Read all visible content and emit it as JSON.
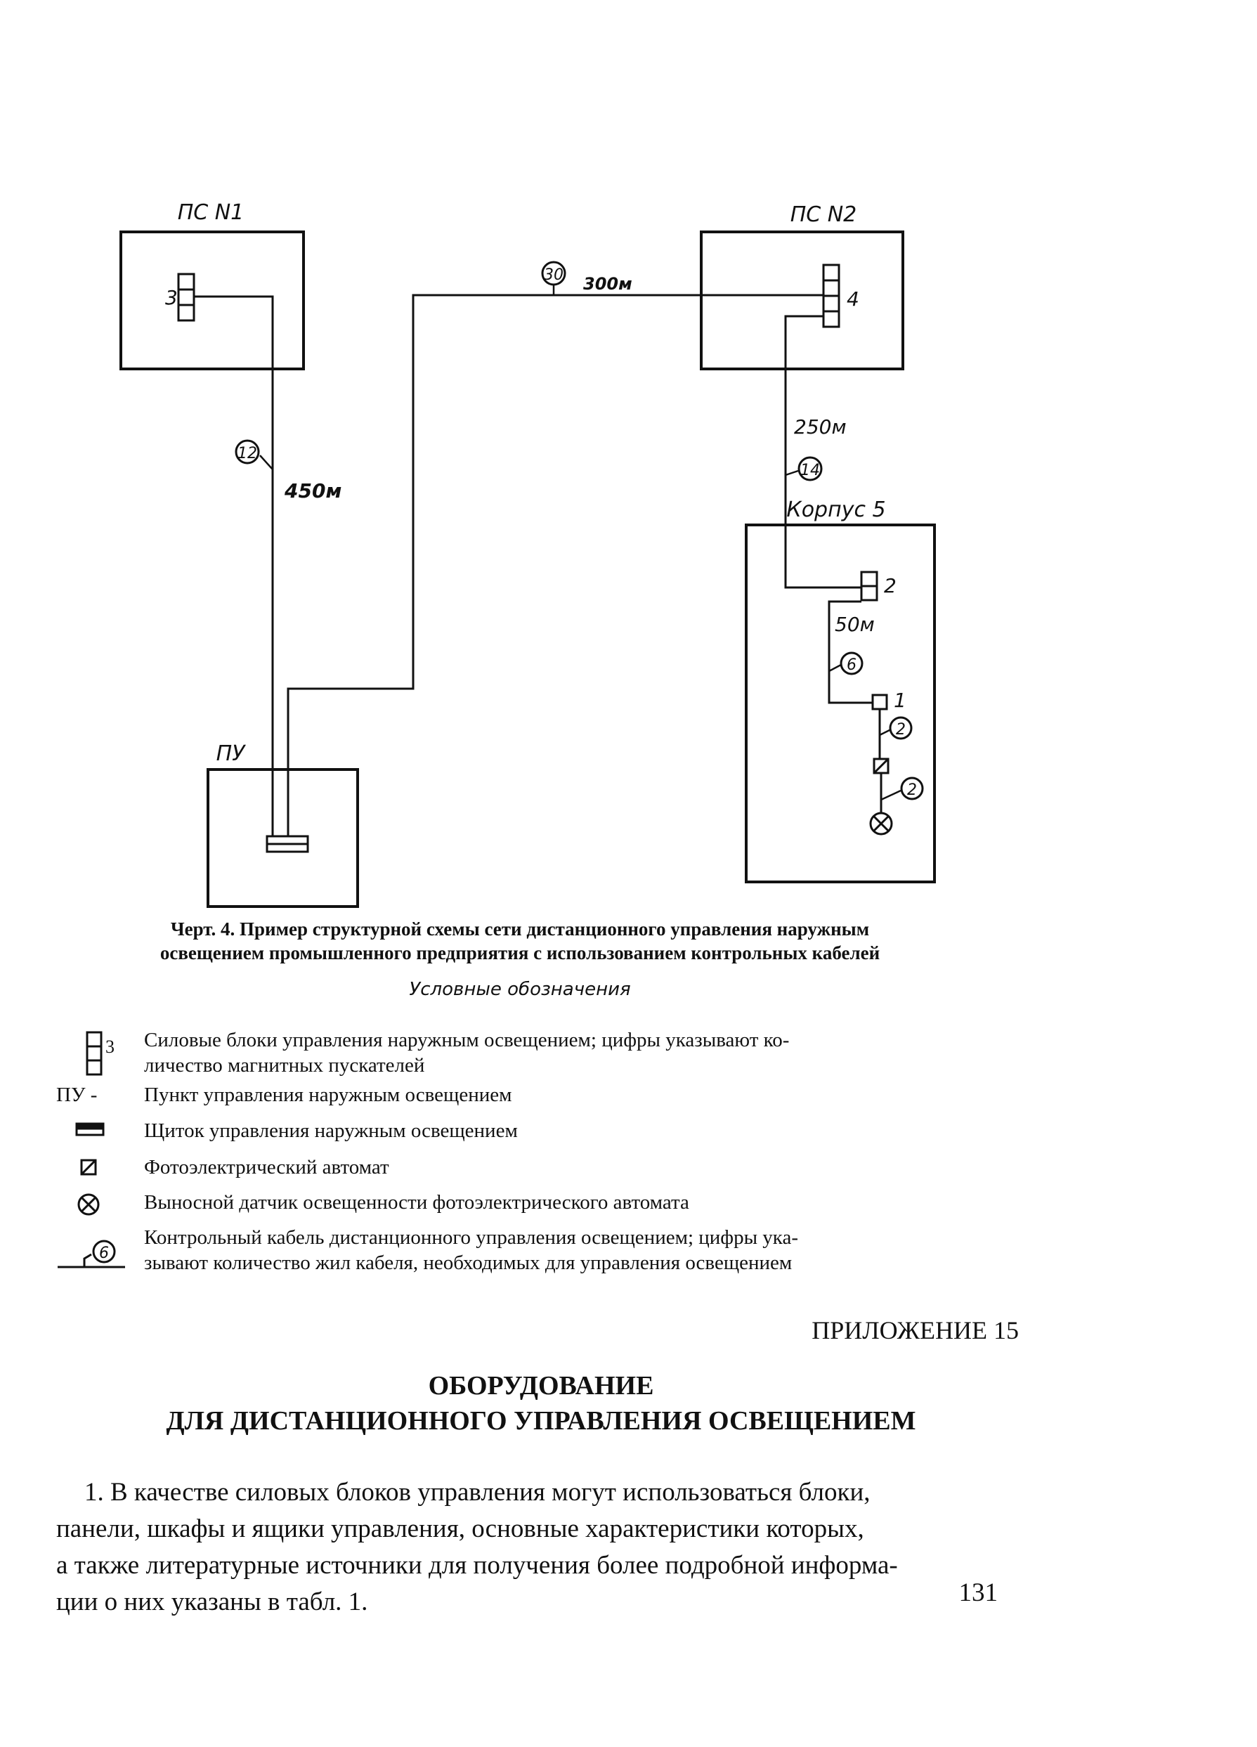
{
  "diagram": {
    "labels": {
      "psn1": "ПС N1",
      "psn2": "ПС N2",
      "pu": "ПУ",
      "korpus5": "Корпус 5",
      "n3": "3",
      "n4": "4",
      "n2": "2",
      "n1": "1",
      "len_450": "450м",
      "len_300": "300м",
      "len_250": "250м",
      "len_50": "50м"
    },
    "cable_markers": {
      "c12": "12",
      "c30": "30",
      "c14": "14",
      "c6": "6",
      "c2a": "2",
      "c2b": "2"
    }
  },
  "caption": {
    "line1": "Черт. 4. Пример структурной схемы сети дистанционного управления наружным",
    "line2": "освещением промышленного предприятия с использованием контрольных кабелей"
  },
  "legend": {
    "title": "Условные обозначения",
    "items": [
      {
        "symbol": "power-block",
        "symbol_text": "3",
        "text": "Силовые блоки управления наружным освещением; цифры указывают ко-",
        "text2": "личество магнитных пускателей"
      },
      {
        "symbol": "pu-text",
        "symbol_text": "ПУ -",
        "text": "Пункт управления наружным освещением"
      },
      {
        "symbol": "panel",
        "text": "Щиток управления наружным освещением"
      },
      {
        "symbol": "photo-auto",
        "text": "Фотоэлектрический автомат"
      },
      {
        "symbol": "sensor",
        "text": "Выносной датчик освещенности фотоэлектрического автомата"
      },
      {
        "symbol": "cable",
        "symbol_text": "6",
        "text": "Контрольный кабель дистанционного управления освещением; цифры ука-",
        "text2": "зывают количество жил кабеля, необходимых для управления освещением"
      }
    ]
  },
  "appendix": "ПРИЛОЖЕНИЕ 15",
  "heading": {
    "line1": "ОБОРУДОВАНИЕ",
    "line2": "ДЛЯ ДИСТАНЦИОННОГО УПРАВЛЕНИЯ ОСВЕЩЕНИЕМ"
  },
  "paragraph": {
    "line1": "1. В качестве силовых блоков управления могут использоваться блоки,",
    "line2": "панели, шкафы и ящики управления, основные характеристики которых,",
    "line3": "а также литературные источники для получения более подробной информа-",
    "line4": "ции о них указаны в табл. 1."
  },
  "page_number": "131"
}
